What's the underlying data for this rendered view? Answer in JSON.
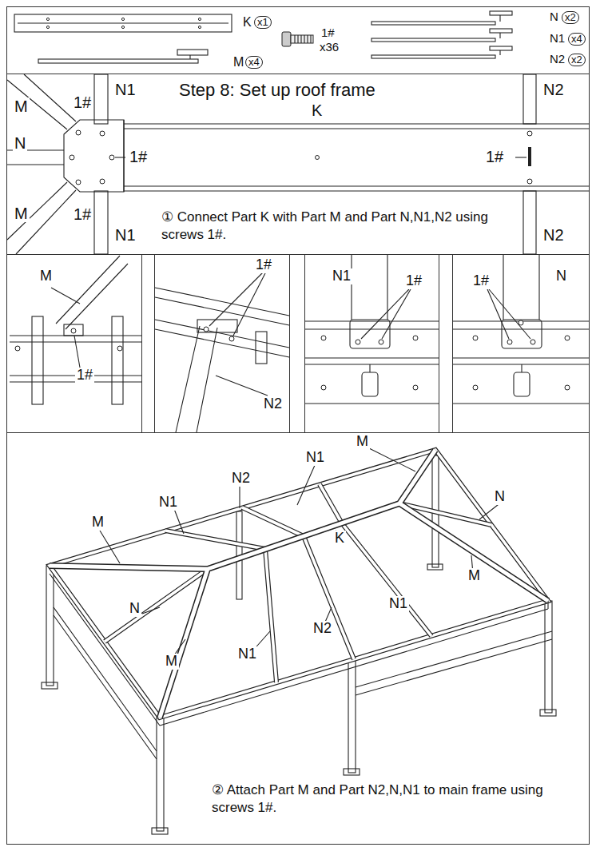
{
  "diagram": {
    "title": "Step 8: Set up roof frame",
    "labels": [
      "K",
      "x1",
      "1#",
      "x36",
      "M",
      "x4",
      "N",
      "x2",
      "N1",
      "x4",
      "N2",
      "x2",
      "M",
      "1#",
      "N1",
      "N2",
      "K",
      "N",
      "1#",
      "1#",
      "M",
      "1#",
      "N1",
      "① Connect Part K with Part M and Part N,N1,N2 using screws 1#.",
      "N2",
      "M",
      "1#",
      "1#",
      "N2",
      "N1",
      "1#",
      "1#",
      "N",
      "M",
      "N1",
      "N2",
      "N1",
      "M",
      "N",
      "K",
      "M",
      "N",
      "N1",
      "N2",
      "M",
      "N1",
      "② Attach Part M and Part N2,N,N1 to main frame using screws 1#."
    ]
  }
}
